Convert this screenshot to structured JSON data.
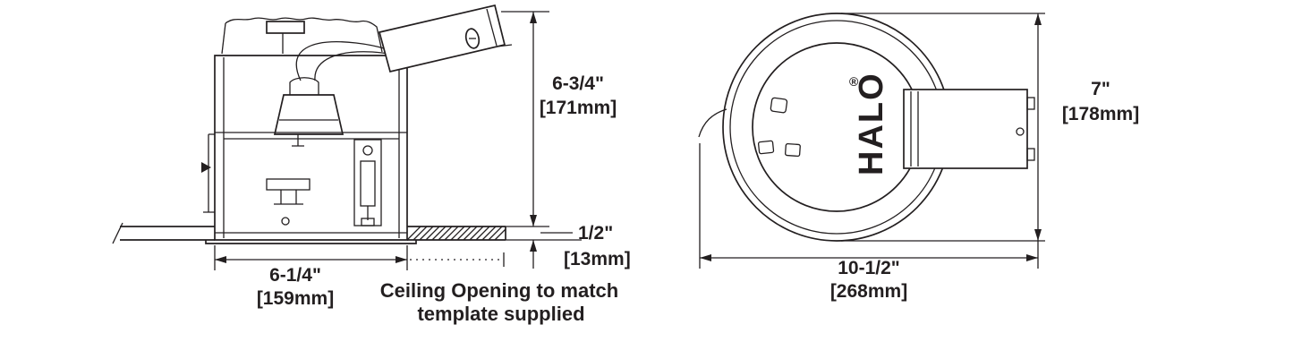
{
  "colors": {
    "line": "#231f20",
    "background": "#ffffff"
  },
  "side_view": {
    "height_in": "6-3/4\"",
    "height_mm": "[171mm]",
    "ceiling_thickness_in": "1/2\"",
    "ceiling_thickness_mm": "[13mm]",
    "width_in": "6-1/4\"",
    "width_mm": "[159mm]",
    "ceiling_note_line1": "Ceiling Opening to match",
    "ceiling_note_line2": "template supplied"
  },
  "plan_view": {
    "diameter_in": "7\"",
    "diameter_mm": "[178mm]",
    "overall_width_in": "10-1/2\"",
    "overall_width_mm": "[268mm]",
    "brand": "HALO",
    "registered_mark": "®"
  }
}
